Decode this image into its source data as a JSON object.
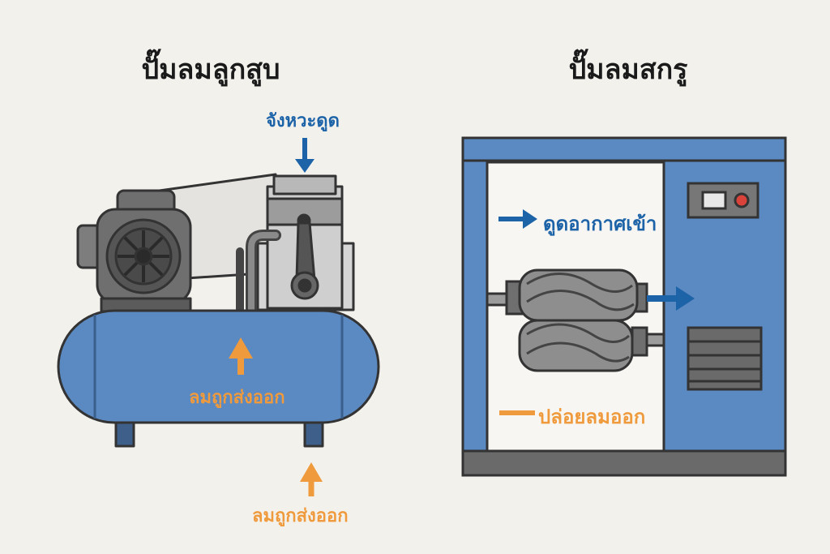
{
  "left": {
    "title": "ปั๊มลมลูกสูบ",
    "intake_label": "จังหวะดูด",
    "inner_out_label": "ลมถูกส่งออก",
    "outer_out_label": "ลมถูกส่งออก"
  },
  "right": {
    "title": "ปั๊มลมสกรู",
    "intake_label": "ดูดอากาศเข้า",
    "exhaust_label": "ปล่อยลมออก"
  },
  "colors": {
    "blue": "#1d63a8",
    "orange": "#ef9a3c",
    "tank": "#5b89c2",
    "steel": "#8e8e8e"
  }
}
